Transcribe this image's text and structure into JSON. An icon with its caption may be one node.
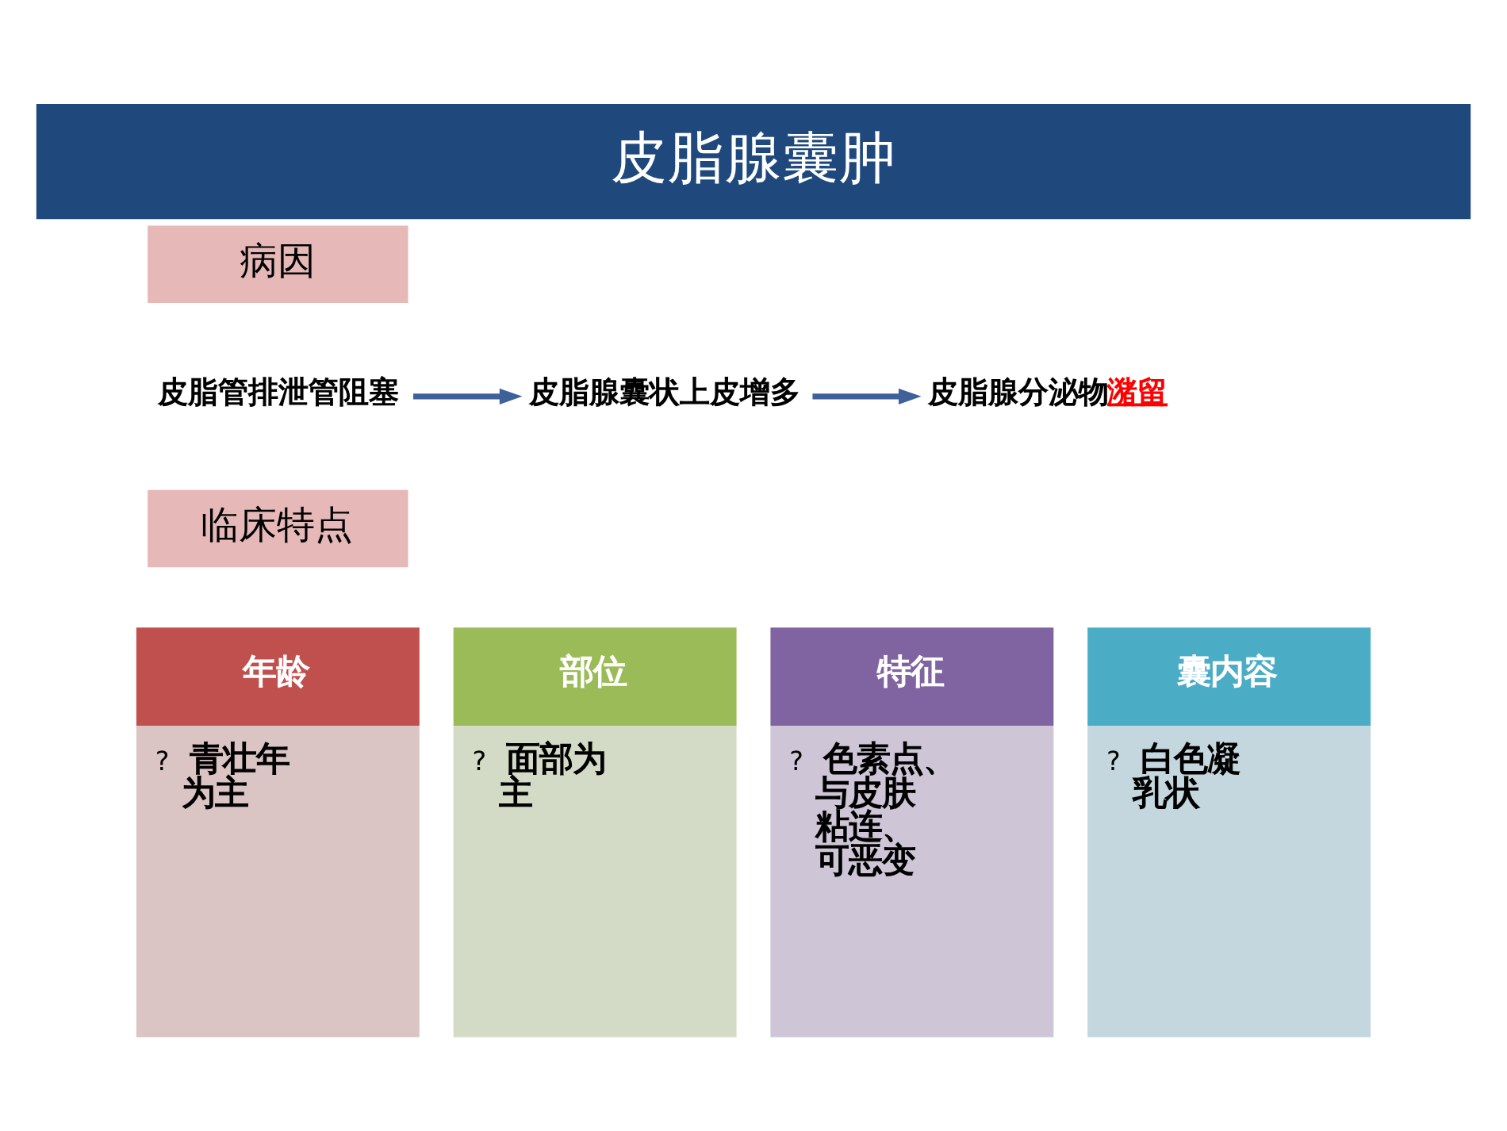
{
  "diagram": {
    "title": "皮脂腺囊肿",
    "nodes": [
      {
        "text": [
          "病因"
        ]
      },
      {
        "text": [
          "皮脂管排泄管阻塞"
        ]
      },
      {
        "text": [
          "皮脂腺囊状上皮增多"
        ]
      },
      {
        "text": [
          "皮脂腺分泌物**潴留**"
        ]
      },
      {
        "text": [
          "临床特点"
        ]
      },
      {
        "text": [
          "年龄",
          "? 青壮年为主"
        ]
      },
      {
        "text": [
          "部位",
          "? 面部为主"
        ]
      },
      {
        "text": [
          "特征",
          "? 色素点、与皮肤粘连、可恶变"
        ]
      },
      {
        "text": [
          "囊内容",
          "? 白色凝乳状"
        ]
      }
    ],
    "edges": [
      {
        "from": 1,
        "to": 2,
        "arrow": "to"
      },
      {
        "from": 2,
        "to": 3,
        "arrow": "to"
      }
    ]
  }
}
